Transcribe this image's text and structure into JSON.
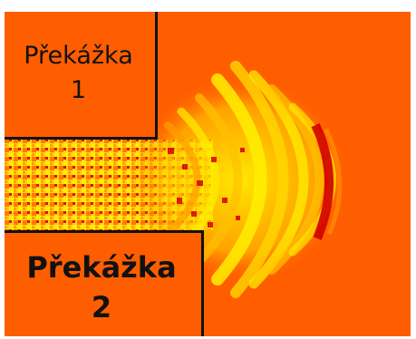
{
  "obstacles": [
    {
      "name": "Překážka",
      "number": "1"
    },
    {
      "name": "Překážka",
      "number": "2"
    }
  ],
  "colors": {
    "background": "#ff5e00",
    "wave_yellow": "#ffee00",
    "wave_red": "#d00000",
    "border": "#111111"
  }
}
